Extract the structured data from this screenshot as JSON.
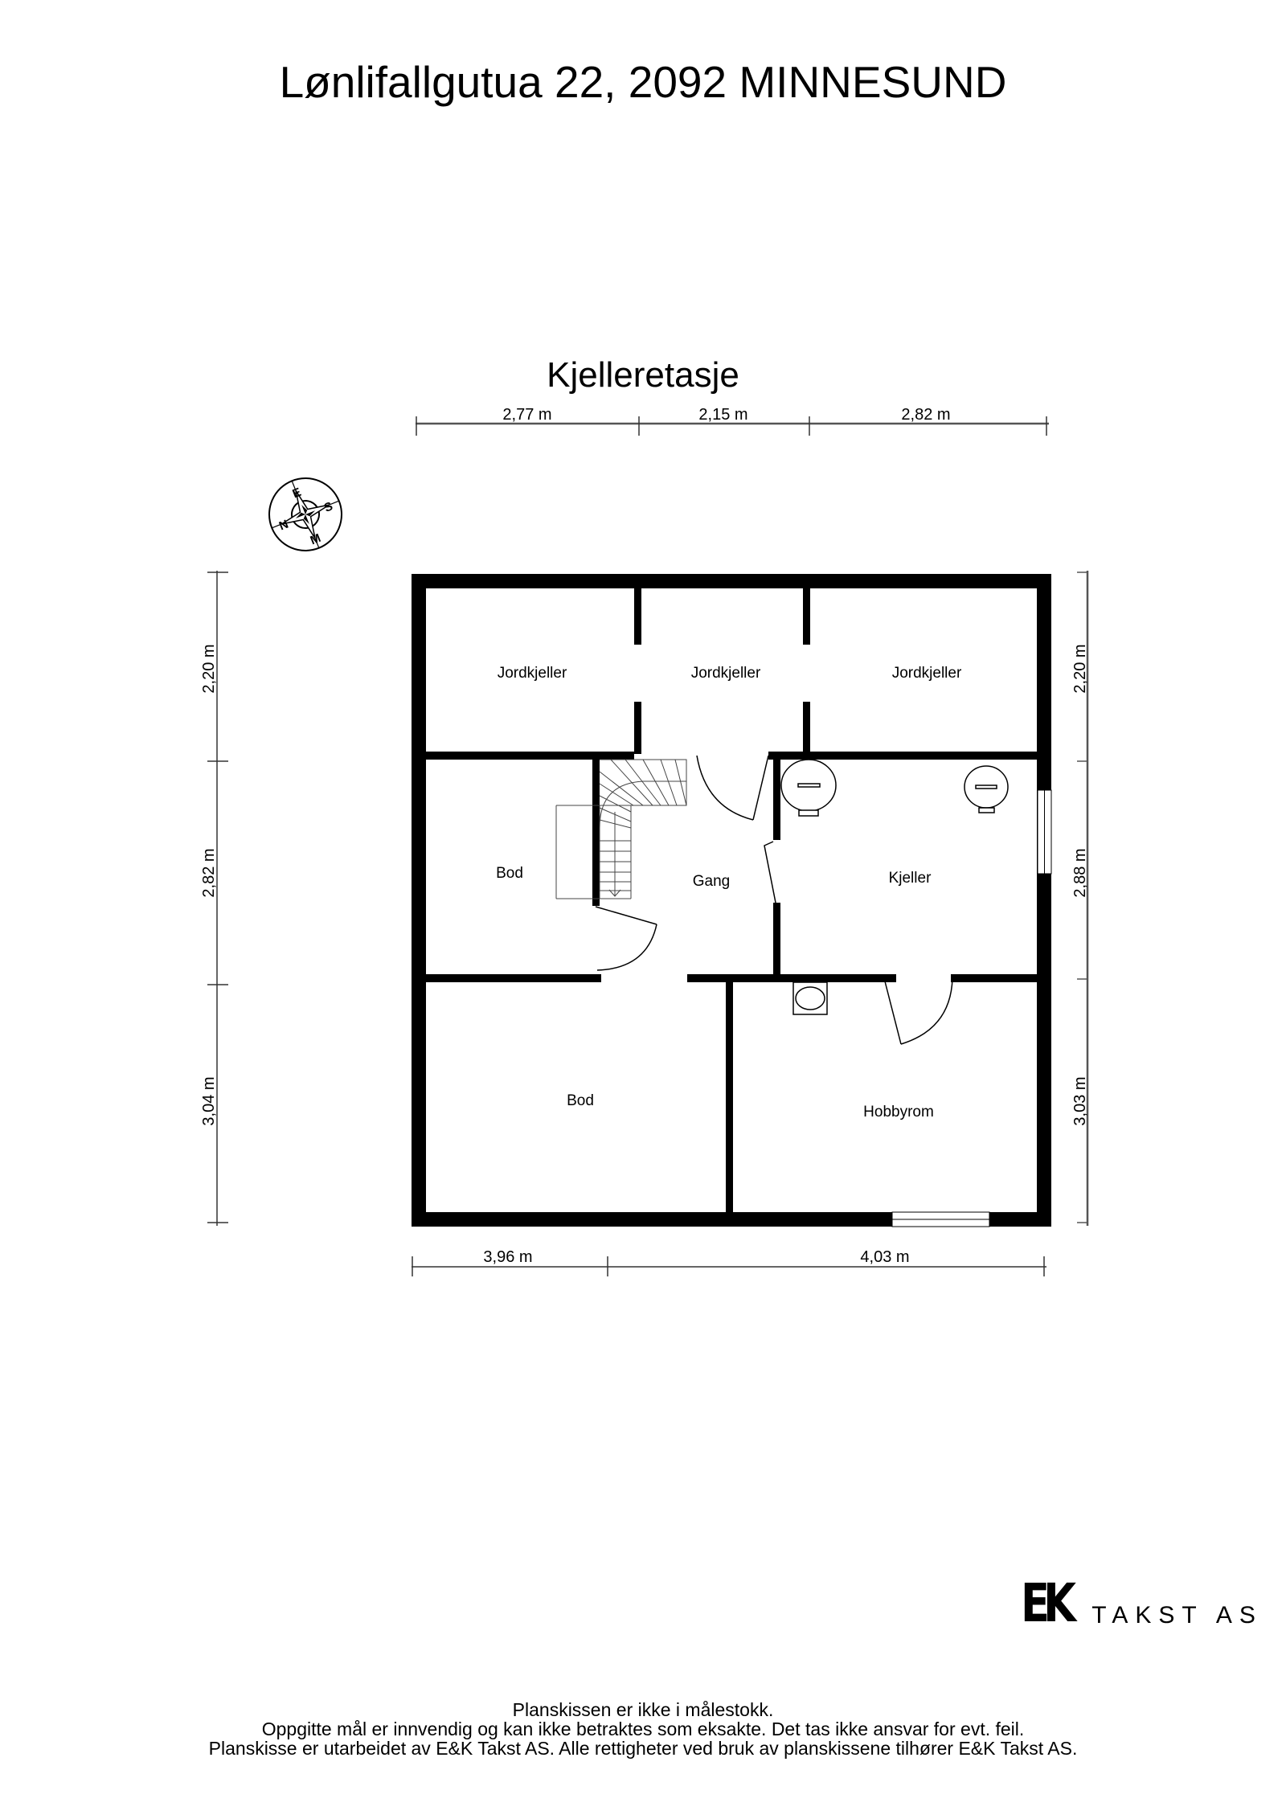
{
  "header": {
    "address": "Lønlifallgutua 22, 2092 MINNESUND"
  },
  "floor": {
    "name": "Kjelleretasje"
  },
  "compass": {
    "icon": "compass-rose-icon",
    "labels": [
      "N",
      "E",
      "S",
      "M"
    ]
  },
  "dimensions": {
    "top": [
      "2,77 m",
      "2,15 m",
      "2,82 m"
    ],
    "bottom": [
      "3,96 m",
      "4,03 m"
    ],
    "left": [
      "2,20 m",
      "2,82 m",
      "3,04 m"
    ],
    "right": [
      "2,20 m",
      "2,88 m",
      "3,03 m"
    ]
  },
  "rooms": [
    {
      "id": "jordkjeller-1",
      "label": "Jordkjeller"
    },
    {
      "id": "jordkjeller-2",
      "label": "Jordkjeller"
    },
    {
      "id": "jordkjeller-3",
      "label": "Jordkjeller"
    },
    {
      "id": "bod-1",
      "label": "Bod"
    },
    {
      "id": "gang",
      "label": "Gang"
    },
    {
      "id": "kjeller",
      "label": "Kjeller"
    },
    {
      "id": "bod-2",
      "label": "Bod"
    },
    {
      "id": "hobbyrom",
      "label": "Hobbyrom"
    }
  ],
  "logo": {
    "mark": "EK",
    "text": "TAKST AS"
  },
  "footer": {
    "lines": [
      "Planskissen er ikke i målestokk.",
      "Oppgitte mål er innvendig og kan ikke betraktes som eksakte. Det tas ikke ansvar for evt. feil.",
      "Planskisse er utarbeidet av E&K Takst AS. Alle rettigheter ved bruk av planskissene tilhører E&K Takst AS."
    ]
  },
  "colors": {
    "wall": "#000000",
    "dimension_line": "#555555",
    "background": "#ffffff"
  }
}
